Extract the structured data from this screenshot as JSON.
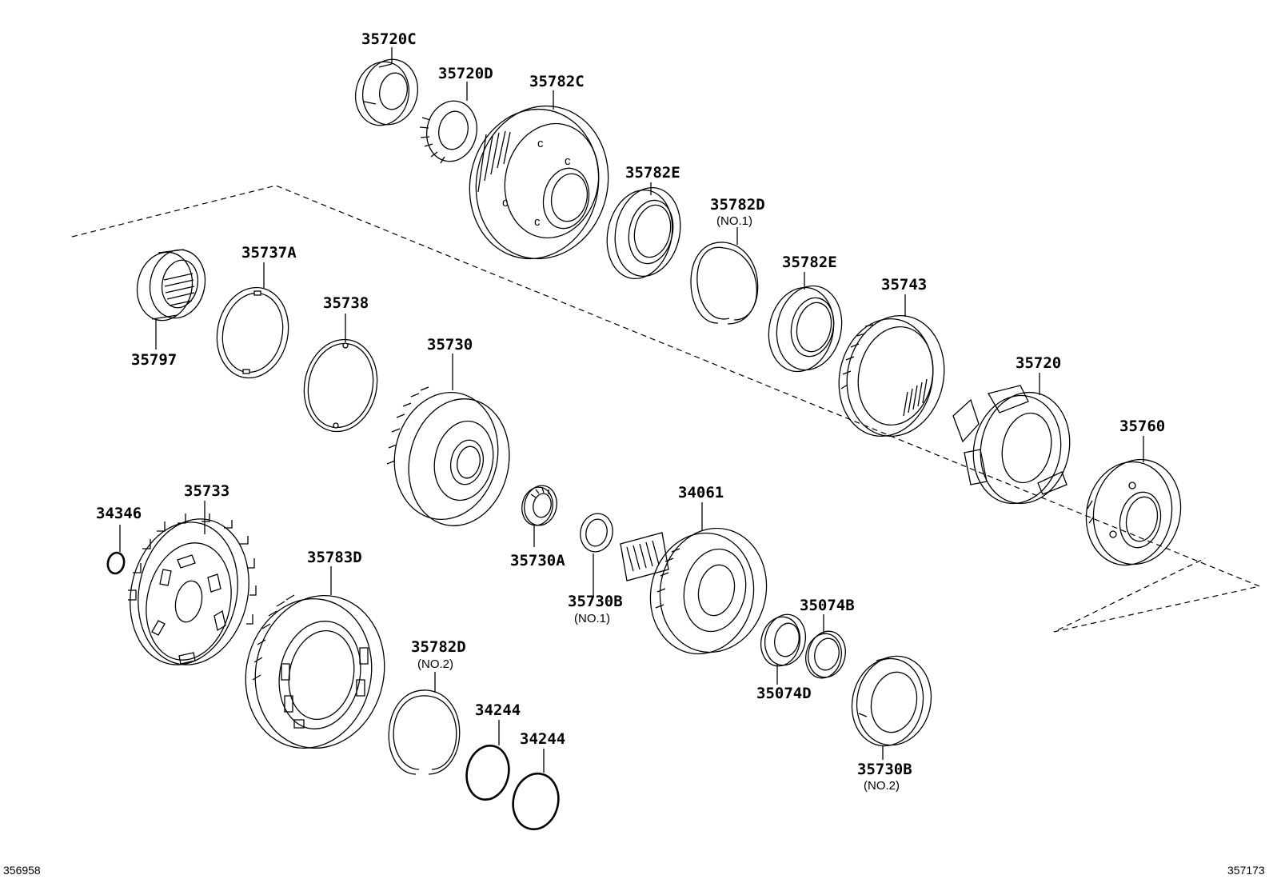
{
  "diagram": {
    "labels": {
      "p35720C": "35720C",
      "p35720D": "35720D",
      "p35782C": "35782C",
      "p35782E_a": "35782E",
      "p35782D_a": "35782D",
      "p35782D_a_sub": "(NO.1)",
      "p35782E_b": "35782E",
      "p35743": "35743",
      "p35720": "35720",
      "p35760": "35760",
      "p35737A": "35737A",
      "p35738": "35738",
      "p35797": "35797",
      "p35730": "35730",
      "p35733": "35733",
      "p34346": "34346",
      "p35730A": "35730A",
      "p35730B_a": "35730B",
      "p35730B_a_sub": "(NO.1)",
      "p34061": "34061",
      "p35074B": "35074B",
      "p35074D": "35074D",
      "p35783D": "35783D",
      "p35782D_b": "35782D",
      "p35782D_b_sub": "(NO.2)",
      "p34244_a": "34244",
      "p34244_b": "34244",
      "p35730B_b": "35730B",
      "p35730B_b_sub": "(NO.2)"
    },
    "footer_left": "356958",
    "footer_right": "357173"
  }
}
